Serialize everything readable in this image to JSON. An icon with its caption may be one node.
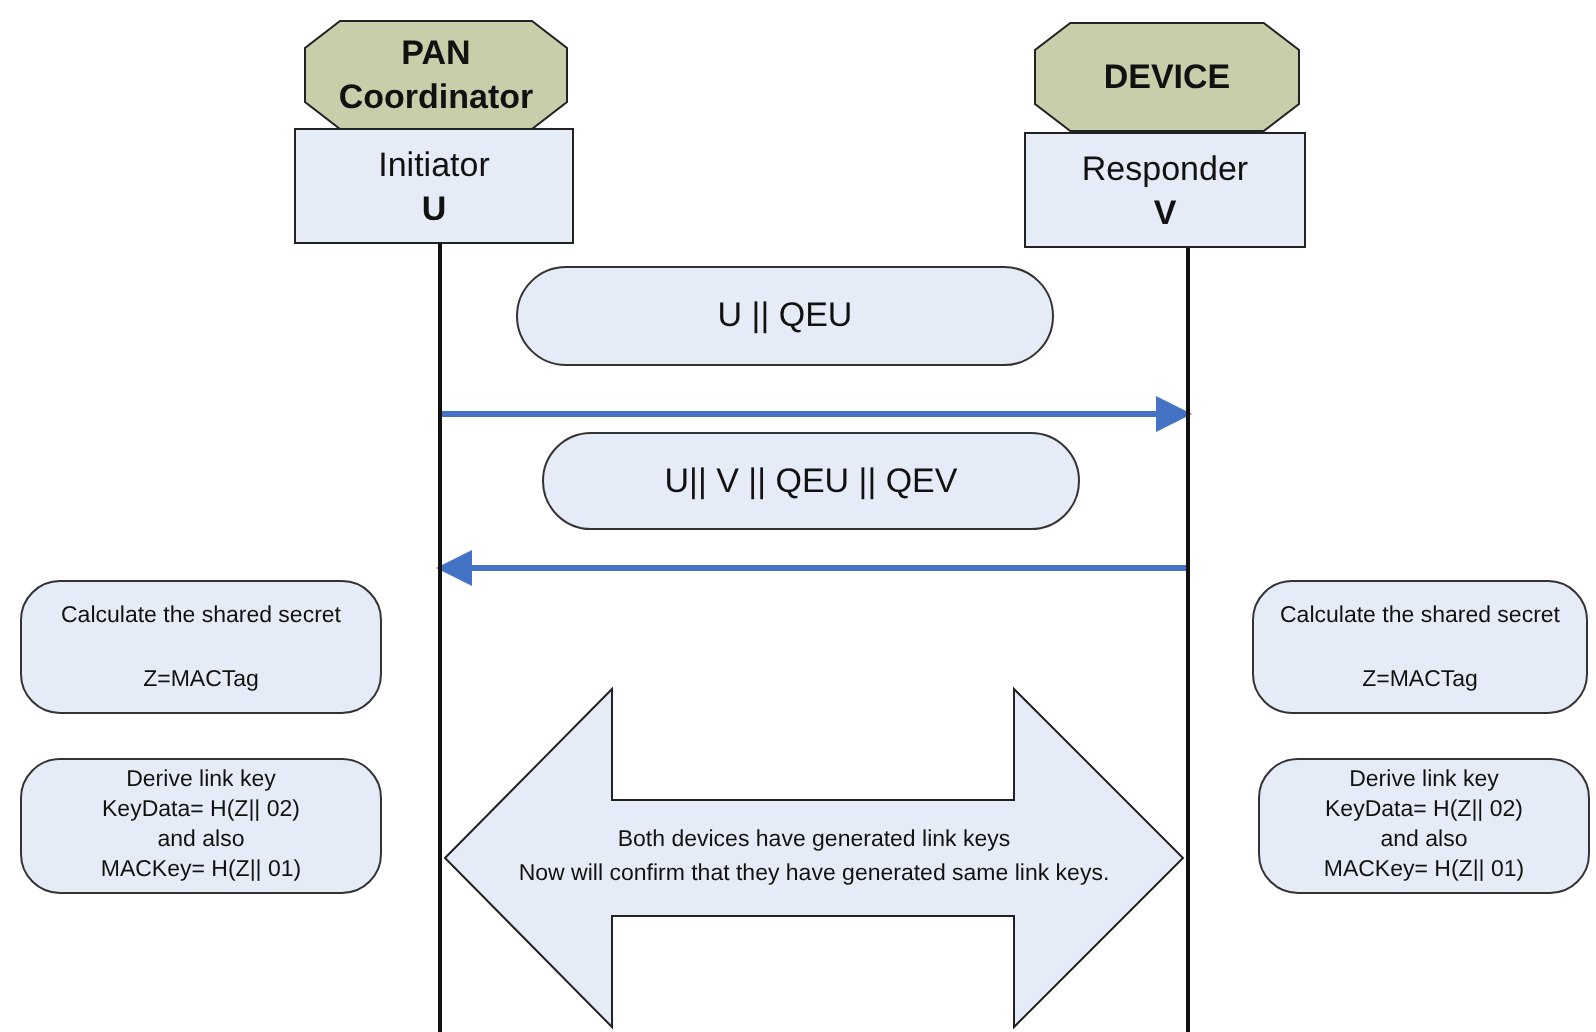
{
  "diagram": {
    "nodes": [
      {
        "text": [
          "PAN Coordinator"
        ]
      },
      {
        "text": [
          "Initiator",
          "U"
        ]
      },
      {
        "text": [
          "DEVICE"
        ]
      },
      {
        "text": [
          "Responder",
          "V"
        ]
      },
      {
        "text": [],
        "shape": "bar"
      },
      {
        "text": [],
        "shape": "bar"
      },
      {
        "text": [
          "U || QEU"
        ]
      },
      {
        "text": [
          "U|| V || QEU || QEV"
        ]
      },
      {
        "text": [
          "Calculate the shared secret",
          "Z=MACTag"
        ]
      },
      {
        "text": [
          "Derive link key",
          "KeyData= H(Z|| 02)",
          "and also",
          "MACKey= H(Z|| 01)"
        ]
      },
      {
        "text": [
          "Both devices have generated link keys",
          "Now will confirm that they have generated same link keys."
        ]
      },
      {
        "text": [
          "Calculate the shared secret",
          "Z=MACTag"
        ]
      },
      {
        "text": [
          "Derive link key",
          "KeyData= H(Z|| 02)",
          "and also",
          "MACKey= H(Z|| 01)"
        ]
      }
    ],
    "edges": [
      {
        "from": 4,
        "to": 5,
        "arrow": "to"
      },
      {
        "from": 5,
        "to": 4,
        "arrow": "to"
      }
    ]
  }
}
